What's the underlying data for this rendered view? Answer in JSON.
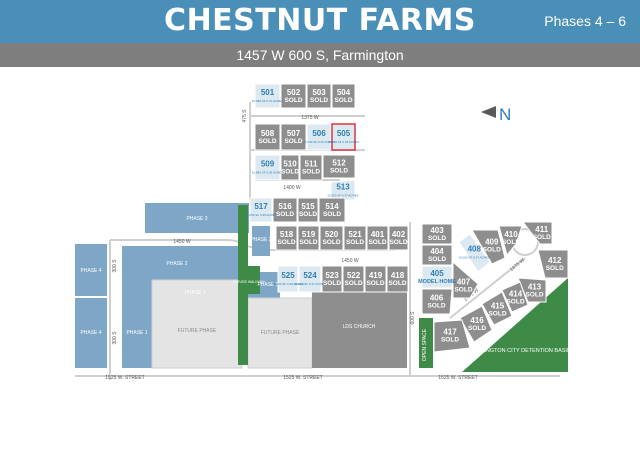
{
  "header": {
    "title": "CHESTNUT FARMS",
    "phases": "Phases 4 – 6"
  },
  "subheader": {
    "address": "1457 W 600 S, Farmington"
  },
  "map": {
    "compass": {
      "label": "N"
    },
    "colors": {
      "sold": "#8e8e8e",
      "available": "#dde9f1",
      "available_num": "#2f7fb5",
      "phase": "#7ea7c7",
      "future": "#e4e4e4",
      "church": "#8e8e8e",
      "green": "#3e8a47",
      "road": "#cfcfcf",
      "highlight": "#d9363e"
    },
    "lots": [
      {
        "num": "501",
        "status": "available",
        "sub": "15,958 SF 0.37 ACRES"
      },
      {
        "num": "502",
        "status": "sold",
        "sub": "SOLD"
      },
      {
        "num": "503",
        "status": "sold",
        "sub": "SOLD"
      },
      {
        "num": "504",
        "status": "sold",
        "sub": "SOLD"
      },
      {
        "num": "508",
        "status": "sold",
        "sub": "SOLD"
      },
      {
        "num": "507",
        "status": "sold",
        "sub": "SOLD"
      },
      {
        "num": "506",
        "status": "available",
        "sub": "15,799 SF 0.36 ACRES"
      },
      {
        "num": "505",
        "status": "available",
        "sub": "15,799 SF 0.36 ACRES",
        "highlight": true
      },
      {
        "num": "509",
        "status": "available",
        "sub": "15,865 SF 0.36 ACRES"
      },
      {
        "num": "510",
        "status": "sold",
        "sub": "SOLD"
      },
      {
        "num": "511",
        "status": "sold",
        "sub": "SOLD"
      },
      {
        "num": "512",
        "status": "sold",
        "sub": "SOLD"
      },
      {
        "num": "513",
        "status": "available",
        "sub": "15,920 SF 0.37 ACRES"
      },
      {
        "num": "517",
        "status": "available",
        "sub": "15,609 SF 0.36 ACRES"
      },
      {
        "num": "516",
        "status": "sold",
        "sub": "SOLD"
      },
      {
        "num": "515",
        "status": "sold",
        "sub": "SOLD"
      },
      {
        "num": "514",
        "status": "sold",
        "sub": "SOLD"
      },
      {
        "num": "518",
        "status": "sold",
        "sub": "SOLD"
      },
      {
        "num": "519",
        "status": "sold",
        "sub": "SOLD"
      },
      {
        "num": "520",
        "status": "sold",
        "sub": "SOLD"
      },
      {
        "num": "521",
        "status": "sold",
        "sub": "SOLD"
      },
      {
        "num": "401",
        "status": "sold",
        "sub": "SOLD"
      },
      {
        "num": "402",
        "status": "sold",
        "sub": "SOLD"
      },
      {
        "num": "525",
        "status": "available",
        "sub": "16,560 SF 0.38 ACRES"
      },
      {
        "num": "524",
        "status": "available",
        "sub": "16,003 SF 0.37 ACRES"
      },
      {
        "num": "523",
        "status": "sold",
        "sub": "SOLD"
      },
      {
        "num": "522",
        "status": "sold",
        "sub": "SOLD"
      },
      {
        "num": "419",
        "status": "sold",
        "sub": "SOLD"
      },
      {
        "num": "418",
        "status": "sold",
        "sub": "SOLD"
      },
      {
        "num": "403",
        "status": "sold",
        "sub": "SOLD"
      },
      {
        "num": "404",
        "status": "sold",
        "sub": "SOLD"
      },
      {
        "num": "405",
        "status": "available",
        "sub": "MODEL HOME"
      },
      {
        "num": "406",
        "status": "sold",
        "sub": "SOLD"
      },
      {
        "num": "407",
        "status": "sold",
        "sub": "SOLD"
      },
      {
        "num": "408",
        "status": "available",
        "sub": "16,000 SF 0.37 ACRES"
      },
      {
        "num": "409",
        "status": "sold",
        "sub": "SOLD"
      },
      {
        "num": "410",
        "status": "sold",
        "sub": "SOLD"
      },
      {
        "num": "411",
        "status": "sold",
        "sub": "SOLD"
      },
      {
        "num": "412",
        "status": "sold",
        "sub": "SOLD"
      },
      {
        "num": "413",
        "status": "sold",
        "sub": "SOLD"
      },
      {
        "num": "414",
        "status": "sold",
        "sub": "SOLD"
      },
      {
        "num": "415",
        "status": "sold",
        "sub": "SOLD"
      },
      {
        "num": "416",
        "status": "sold",
        "sub": "SOLD"
      },
      {
        "num": "417",
        "status": "sold",
        "sub": "SOLD"
      }
    ],
    "areas": [
      {
        "label": "PHASE 3",
        "kind": "phase"
      },
      {
        "label": "PHASE 2",
        "kind": "phase"
      },
      {
        "label": "PHASE 2",
        "kind": "phase"
      },
      {
        "label": "PHASE 1",
        "kind": "phase"
      },
      {
        "label": "PHASE 1",
        "kind": "phase"
      },
      {
        "label": "PHASE 4",
        "kind": "phase"
      },
      {
        "label": "PHASE 4",
        "kind": "phase"
      },
      {
        "label": "PHASE 5",
        "kind": "phase"
      },
      {
        "label": "FUTURE PHASE",
        "kind": "future"
      },
      {
        "label": "FUTURE PHASE",
        "kind": "future"
      },
      {
        "label": "LDS CHURCH",
        "kind": "church"
      },
      {
        "label": "FUTURE WALKWAY",
        "kind": "green"
      },
      {
        "label": "OPEN SPACE",
        "kind": "green"
      },
      {
        "label": "FARMINGTON CITY DETENTION BASIN",
        "kind": "green"
      }
    ],
    "streets": [
      "1375 W",
      "475 S",
      "1400 W",
      "1450 W",
      "1450 W",
      "300 S",
      "300 S",
      "600 S",
      "1475 W",
      "1475 W",
      "1525 W. STREET",
      "1525 W. STREET",
      "1525 W. STREET"
    ]
  }
}
